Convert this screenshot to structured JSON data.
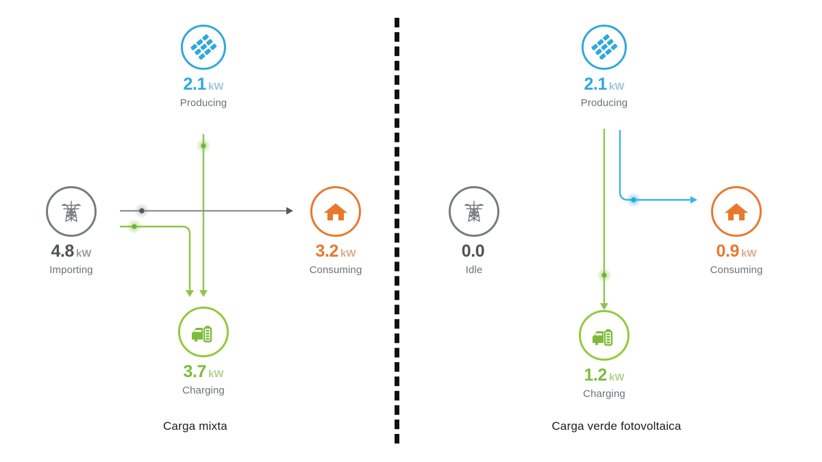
{
  "colors": {
    "solar": "#2fa8dc",
    "grid": "#767b7e",
    "house": "#e8792a",
    "ev": "#93c83e",
    "flow_gray": "#8c9093",
    "flow_green": "#8ec449",
    "flow_blue": "#3fb3e3",
    "divider": "#111111",
    "background": "#ffffff"
  },
  "divider": {
    "style": "dashed-vertical"
  },
  "panels": [
    {
      "id": "left",
      "caption": "Carga mixta",
      "nodes": {
        "solar": {
          "icon": "solar-panel-icon",
          "value": "2.1",
          "unit": "kW",
          "status": "Producing"
        },
        "grid": {
          "icon": "transmission-tower-icon",
          "value": "4.8",
          "unit": "kW",
          "status": "Importing"
        },
        "house": {
          "icon": "house-icon",
          "value": "3.2",
          "unit": "kW",
          "status": "Consuming"
        },
        "ev": {
          "icon": "ev-charging-icon",
          "value": "3.7",
          "unit": "kW",
          "status": "Charging"
        }
      },
      "flows": [
        {
          "name": "grid-to-house",
          "color": "gray",
          "from": "grid",
          "to": "house",
          "arrow": true,
          "dot": true
        },
        {
          "name": "grid-to-ev",
          "color": "green",
          "from": "grid",
          "to": "ev",
          "arrow": true,
          "dot": true
        },
        {
          "name": "solar-to-ev",
          "color": "green",
          "from": "solar",
          "to": "ev",
          "arrow": true,
          "dot": true
        }
      ]
    },
    {
      "id": "right",
      "caption": "Carga verde fotovoltaica",
      "nodes": {
        "solar": {
          "icon": "solar-panel-icon",
          "value": "2.1",
          "unit": "kW",
          "status": "Producing"
        },
        "grid": {
          "icon": "transmission-tower-icon",
          "value": "0.0",
          "unit": "",
          "status": "Idle"
        },
        "house": {
          "icon": "house-icon",
          "value": "0.9",
          "unit": "kW",
          "status": "Consuming"
        },
        "ev": {
          "icon": "ev-charging-icon",
          "value": "1.2",
          "unit": "kW",
          "status": "Charging"
        }
      },
      "flows": [
        {
          "name": "solar-to-house",
          "color": "blue",
          "from": "solar",
          "to": "house",
          "arrow": true,
          "dot": true
        },
        {
          "name": "solar-to-ev",
          "color": "green",
          "from": "solar",
          "to": "ev",
          "arrow": true,
          "dot": true
        }
      ]
    }
  ]
}
